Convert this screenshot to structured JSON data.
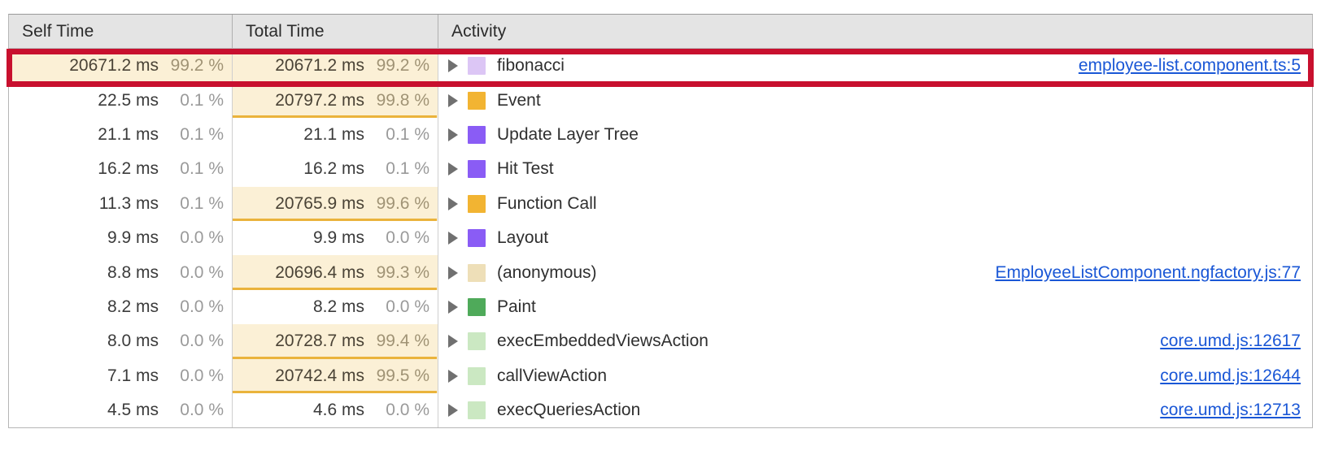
{
  "panel": {
    "name": "performance-bottom-up-tree",
    "columns": [
      {
        "key": "self",
        "label": "Self Time"
      },
      {
        "key": "total",
        "label": "Total Time"
      },
      {
        "key": "act",
        "label": "Activity"
      }
    ]
  },
  "colors": {
    "scripting": "#f2b432",
    "rendering": "#8a5cf5",
    "painting": "#4faa5a",
    "fibonacci_swatch": "#dcc6f5",
    "anonymous_swatch": "#eedfb8",
    "action_swatch": "#cbe8c2",
    "highlight_fill": "#fbf0d6",
    "highlight_bar": "#eab33c",
    "link": "#1a57d6",
    "annotation_box": "#c8102e",
    "header_bg": "#e4e4e4"
  },
  "rows": [
    {
      "self_ms": "20671.2 ms",
      "self_pct": "99.2 %",
      "self_hl": true,
      "total_ms": "20671.2 ms",
      "total_pct": "99.2 %",
      "total_hl": true,
      "activity": "fibonacci",
      "swatch": "fibonacci_swatch",
      "link": "employee-list.component.ts:5",
      "selected": true
    },
    {
      "self_ms": "22.5 ms",
      "self_pct": "0.1 %",
      "self_hl": false,
      "total_ms": "20797.2 ms",
      "total_pct": "99.8 %",
      "total_hl": true,
      "activity": "Event",
      "swatch": "scripting",
      "link": "",
      "selected": false
    },
    {
      "self_ms": "21.1 ms",
      "self_pct": "0.1 %",
      "self_hl": false,
      "total_ms": "21.1 ms",
      "total_pct": "0.1 %",
      "total_hl": false,
      "activity": "Update Layer Tree",
      "swatch": "rendering",
      "link": "",
      "selected": false
    },
    {
      "self_ms": "16.2 ms",
      "self_pct": "0.1 %",
      "self_hl": false,
      "total_ms": "16.2 ms",
      "total_pct": "0.1 %",
      "total_hl": false,
      "activity": "Hit Test",
      "swatch": "rendering",
      "link": "",
      "selected": false
    },
    {
      "self_ms": "11.3 ms",
      "self_pct": "0.1 %",
      "self_hl": false,
      "total_ms": "20765.9 ms",
      "total_pct": "99.6 %",
      "total_hl": true,
      "activity": "Function Call",
      "swatch": "scripting",
      "link": "",
      "selected": false
    },
    {
      "self_ms": "9.9 ms",
      "self_pct": "0.0 %",
      "self_hl": false,
      "total_ms": "9.9 ms",
      "total_pct": "0.0 %",
      "total_hl": false,
      "activity": "Layout",
      "swatch": "rendering",
      "link": "",
      "selected": false
    },
    {
      "self_ms": "8.8 ms",
      "self_pct": "0.0 %",
      "self_hl": false,
      "total_ms": "20696.4 ms",
      "total_pct": "99.3 %",
      "total_hl": true,
      "activity": "(anonymous)",
      "swatch": "anonymous_swatch",
      "link": "EmployeeListComponent.ngfactory.js:77",
      "selected": false
    },
    {
      "self_ms": "8.2 ms",
      "self_pct": "0.0 %",
      "self_hl": false,
      "total_ms": "8.2 ms",
      "total_pct": "0.0 %",
      "total_hl": false,
      "activity": "Paint",
      "swatch": "painting",
      "link": "",
      "selected": false
    },
    {
      "self_ms": "8.0 ms",
      "self_pct": "0.0 %",
      "self_hl": false,
      "total_ms": "20728.7 ms",
      "total_pct": "99.4 %",
      "total_hl": true,
      "activity": "execEmbeddedViewsAction",
      "swatch": "action_swatch",
      "link": "core.umd.js:12617",
      "selected": false
    },
    {
      "self_ms": "7.1 ms",
      "self_pct": "0.0 %",
      "self_hl": false,
      "total_ms": "20742.4 ms",
      "total_pct": "99.5 %",
      "total_hl": true,
      "activity": "callViewAction",
      "swatch": "action_swatch",
      "link": "core.umd.js:12644",
      "selected": false
    },
    {
      "self_ms": "4.5 ms",
      "self_pct": "0.0 %",
      "self_hl": false,
      "total_ms": "4.6 ms",
      "total_pct": "0.0 %",
      "total_hl": false,
      "activity": "execQueriesAction",
      "swatch": "action_swatch",
      "link": "core.umd.js:12713",
      "selected": false
    }
  ]
}
